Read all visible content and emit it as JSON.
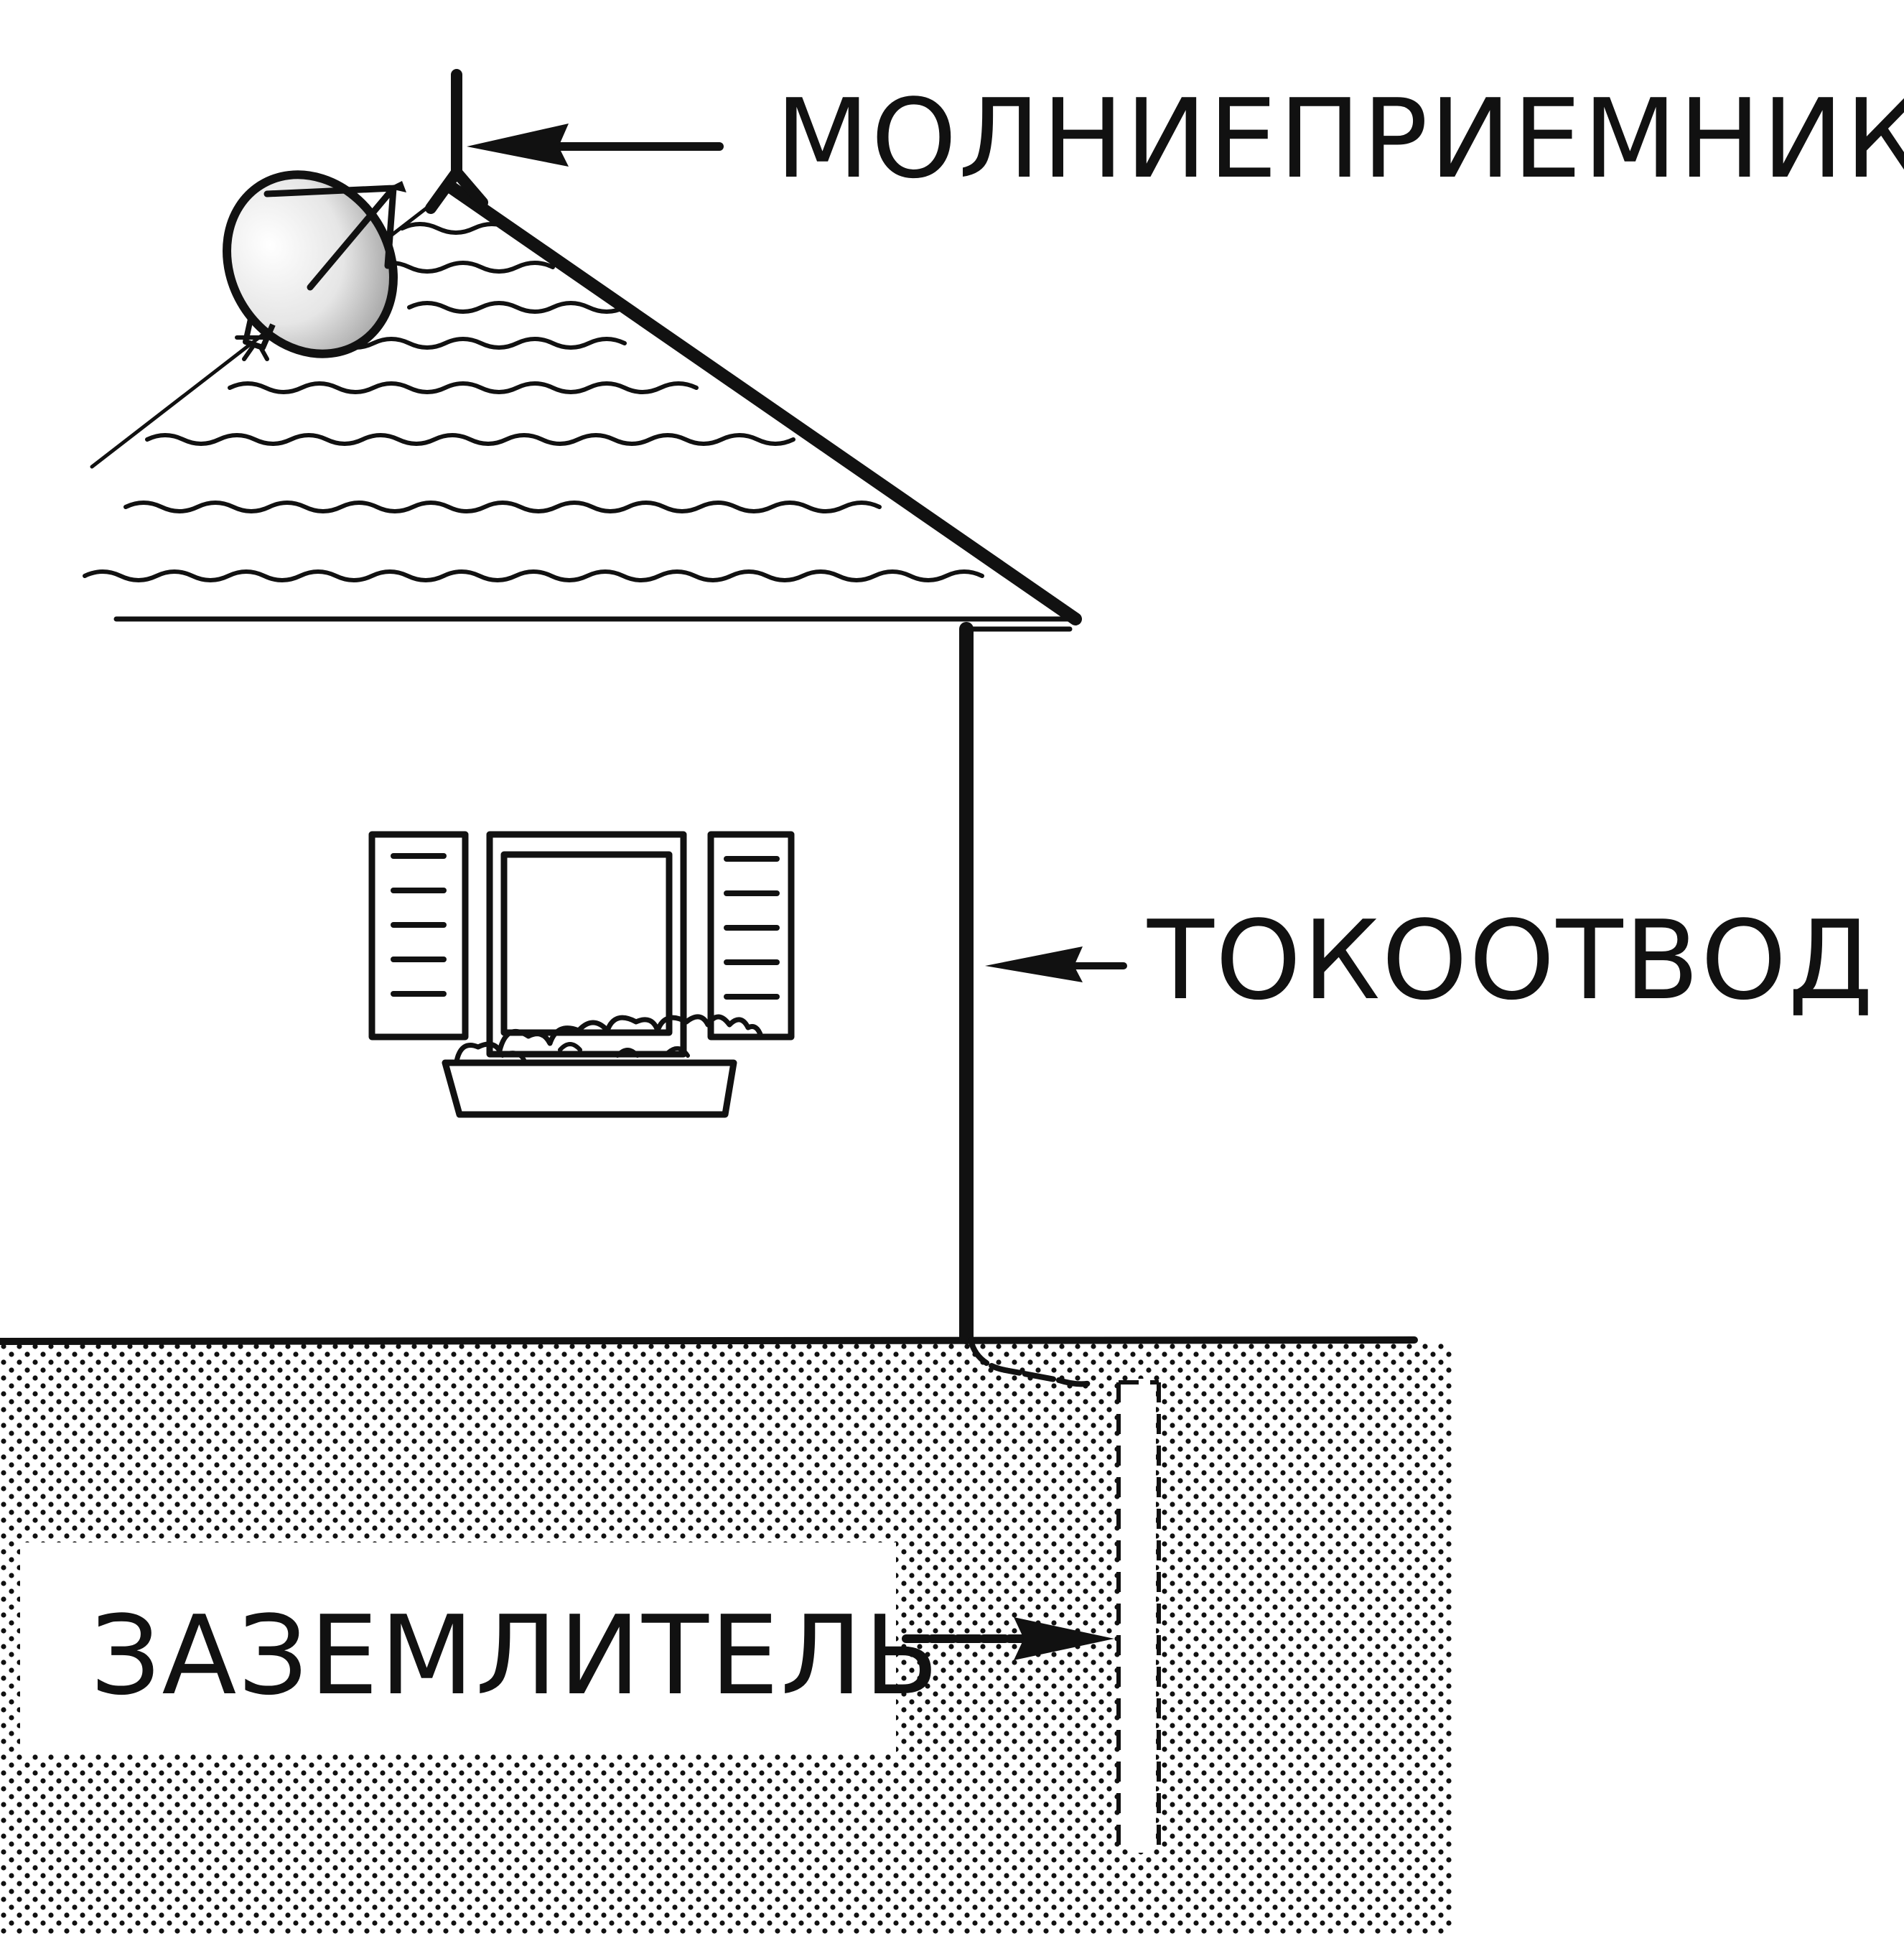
{
  "labels": {
    "air_terminal": "МОЛНИЕПРИЕМНИК",
    "down_conductor": "ТОКООТВОД",
    "ground_electrode": "ЗАЗЕМЛИТЕЛЬ"
  },
  "colors": {
    "ink": "#111111",
    "background": "#ffffff",
    "dish_light": "#ffffff",
    "dish_dark": "#9a9a9a"
  },
  "icons": {
    "dish": "satellite-dish-icon",
    "house": "house-icon",
    "window": "window-icon"
  }
}
